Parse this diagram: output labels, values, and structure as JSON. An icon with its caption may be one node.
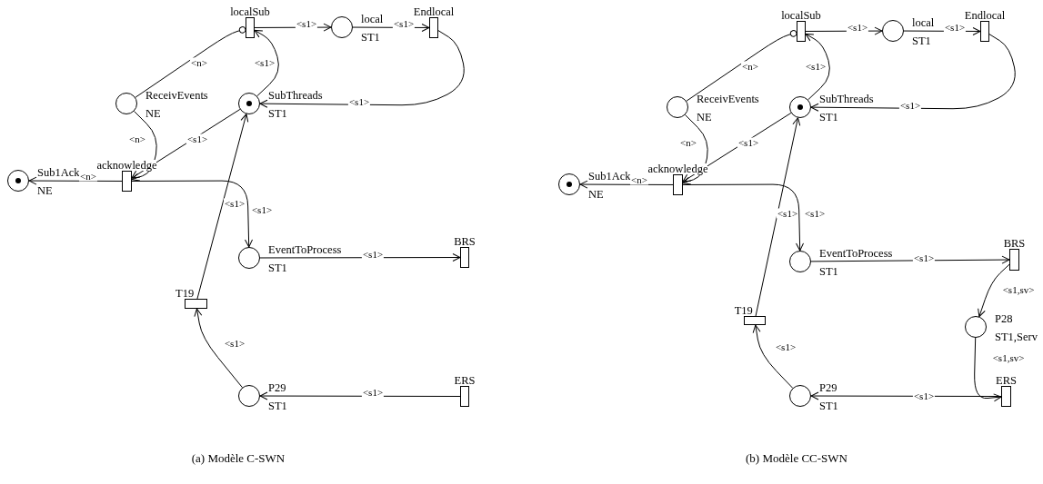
{
  "diagram": {
    "nodes": [
      {
        "text": [
          "localSub"
        ]
      },
      {
        "text": [
          "local",
          "ST1"
        ]
      },
      {
        "text": [
          "Endlocal"
        ]
      },
      {
        "text": [
          "ReceivEvents",
          "NE"
        ]
      },
      {
        "text": [
          "SubThreads",
          "ST1"
        ]
      },
      {
        "text": [
          "Sub1Ack",
          "NE"
        ]
      },
      {
        "text": [
          "acknowledge"
        ]
      },
      {
        "text": [
          "EventToProcess",
          "ST1"
        ]
      },
      {
        "text": [
          "BRS"
        ]
      },
      {
        "text": [
          "T19"
        ]
      },
      {
        "text": [
          "P29",
          "ST1"
        ]
      },
      {
        "text": [
          "ERS"
        ]
      },
      {
        "text": [
          "localSub"
        ]
      },
      {
        "text": [
          "local",
          "ST1"
        ]
      },
      {
        "text": [
          "Endlocal"
        ]
      },
      {
        "text": [
          "ReceivEvents",
          "NE"
        ]
      },
      {
        "text": [
          "SubThreads",
          "ST1"
        ]
      },
      {
        "text": [
          "Sub1Ack",
          "NE"
        ]
      },
      {
        "text": [
          "acknowledge"
        ]
      },
      {
        "text": [
          "EventToProcess",
          "ST1"
        ]
      },
      {
        "text": [
          "BRS"
        ]
      },
      {
        "text": [
          "T19"
        ]
      },
      {
        "text": [
          "P28",
          "ST1,Serv"
        ]
      },
      {
        "text": [
          "P29",
          "ST1"
        ]
      },
      {
        "text": [
          "ERS"
        ]
      }
    ],
    "edges": [
      {
        "from": 0,
        "to": 1,
        "arrow": "to",
        "label": "<s1>"
      },
      {
        "from": 1,
        "to": 2,
        "arrow": "to",
        "label": "<s1>"
      },
      {
        "from": 2,
        "to": 4,
        "arrow": "to",
        "label": "<s1>"
      },
      {
        "from": 4,
        "to": 0,
        "arrow": "to",
        "label": "<s1>"
      },
      {
        "from": 3,
        "to": 0,
        "arrow": "other",
        "label": "<n>"
      },
      {
        "from": 3,
        "to": 6,
        "arrow": "to",
        "label": "<n>"
      },
      {
        "from": 4,
        "to": 6,
        "arrow": "to",
        "label": "<s1>"
      },
      {
        "from": 6,
        "to": 5,
        "arrow": "to",
        "label": "<n>"
      },
      {
        "from": 6,
        "to": 7,
        "arrow": "to",
        "label": "<s1>"
      },
      {
        "from": 7,
        "to": 8,
        "arrow": "to",
        "label": "<s1>"
      },
      {
        "from": 11,
        "to": 10,
        "arrow": "to",
        "label": "<s1>"
      },
      {
        "from": 10,
        "to": 9,
        "arrow": "to",
        "label": "<s1>"
      },
      {
        "from": 9,
        "to": 4,
        "arrow": "to",
        "label": "<s1>"
      },
      {
        "from": 12,
        "to": 13,
        "arrow": "to",
        "label": "<s1>"
      },
      {
        "from": 13,
        "to": 14,
        "arrow": "to",
        "label": "<s1>"
      },
      {
        "from": 14,
        "to": 16,
        "arrow": "to",
        "label": "<s1>"
      },
      {
        "from": 16,
        "to": 12,
        "arrow": "to",
        "label": "<s1>"
      },
      {
        "from": 15,
        "to": 12,
        "arrow": "other",
        "label": "<n>"
      },
      {
        "from": 15,
        "to": 18,
        "arrow": "to",
        "label": "<n>"
      },
      {
        "from": 16,
        "to": 18,
        "arrow": "to",
        "label": "<s1>"
      },
      {
        "from": 18,
        "to": 17,
        "arrow": "to",
        "label": "<n>"
      },
      {
        "from": 18,
        "to": 19,
        "arrow": "to",
        "label": "<s1>"
      },
      {
        "from": 19,
        "to": 20,
        "arrow": "to",
        "label": "<s1>"
      },
      {
        "from": 24,
        "to": 23,
        "arrow": "to",
        "label": "<s1>"
      },
      {
        "from": 23,
        "to": 21,
        "arrow": "to",
        "label": "<s1>"
      },
      {
        "from": 21,
        "to": 16,
        "arrow": "to",
        "label": "<s1>"
      },
      {
        "from": 20,
        "to": 22,
        "arrow": "to",
        "label": "<s1,sv>"
      },
      {
        "from": 22,
        "to": 24,
        "arrow": "to",
        "label": "<s1,sv>"
      }
    ],
    "labels": [
      "(a) Modèle C-SWN",
      "(b) Modèle CC-SWN"
    ]
  }
}
